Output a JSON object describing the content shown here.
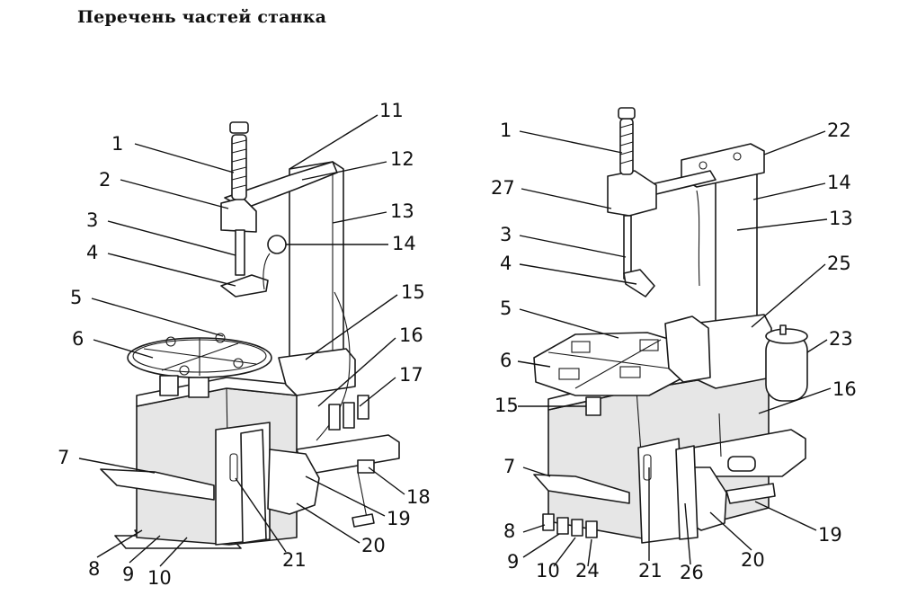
{
  "title": "Перечень частей станка",
  "left_callouts": [
    {
      "label": "1"
    },
    {
      "label": "2"
    },
    {
      "label": "3"
    },
    {
      "label": "4"
    },
    {
      "label": "5"
    },
    {
      "label": "6"
    },
    {
      "label": "7"
    },
    {
      "label": "8"
    },
    {
      "label": "9"
    },
    {
      "label": "10"
    },
    {
      "label": "11"
    },
    {
      "label": "12"
    },
    {
      "label": "13"
    },
    {
      "label": "14"
    },
    {
      "label": "15"
    },
    {
      "label": "16"
    },
    {
      "label": "17"
    },
    {
      "label": "18"
    },
    {
      "label": "19"
    },
    {
      "label": "20"
    },
    {
      "label": "21"
    }
  ],
  "right_callouts": [
    {
      "label": "1"
    },
    {
      "label": "27"
    },
    {
      "label": "3"
    },
    {
      "label": "4"
    },
    {
      "label": "5"
    },
    {
      "label": "6"
    },
    {
      "label": "15"
    },
    {
      "label": "7"
    },
    {
      "label": "8"
    },
    {
      "label": "9"
    },
    {
      "label": "10"
    },
    {
      "label": "24"
    },
    {
      "label": "21"
    },
    {
      "label": "26"
    },
    {
      "label": "20"
    },
    {
      "label": "19"
    },
    {
      "label": "16"
    },
    {
      "label": "23"
    },
    {
      "label": "25"
    },
    {
      "label": "13"
    },
    {
      "label": "14"
    },
    {
      "label": "22"
    }
  ]
}
